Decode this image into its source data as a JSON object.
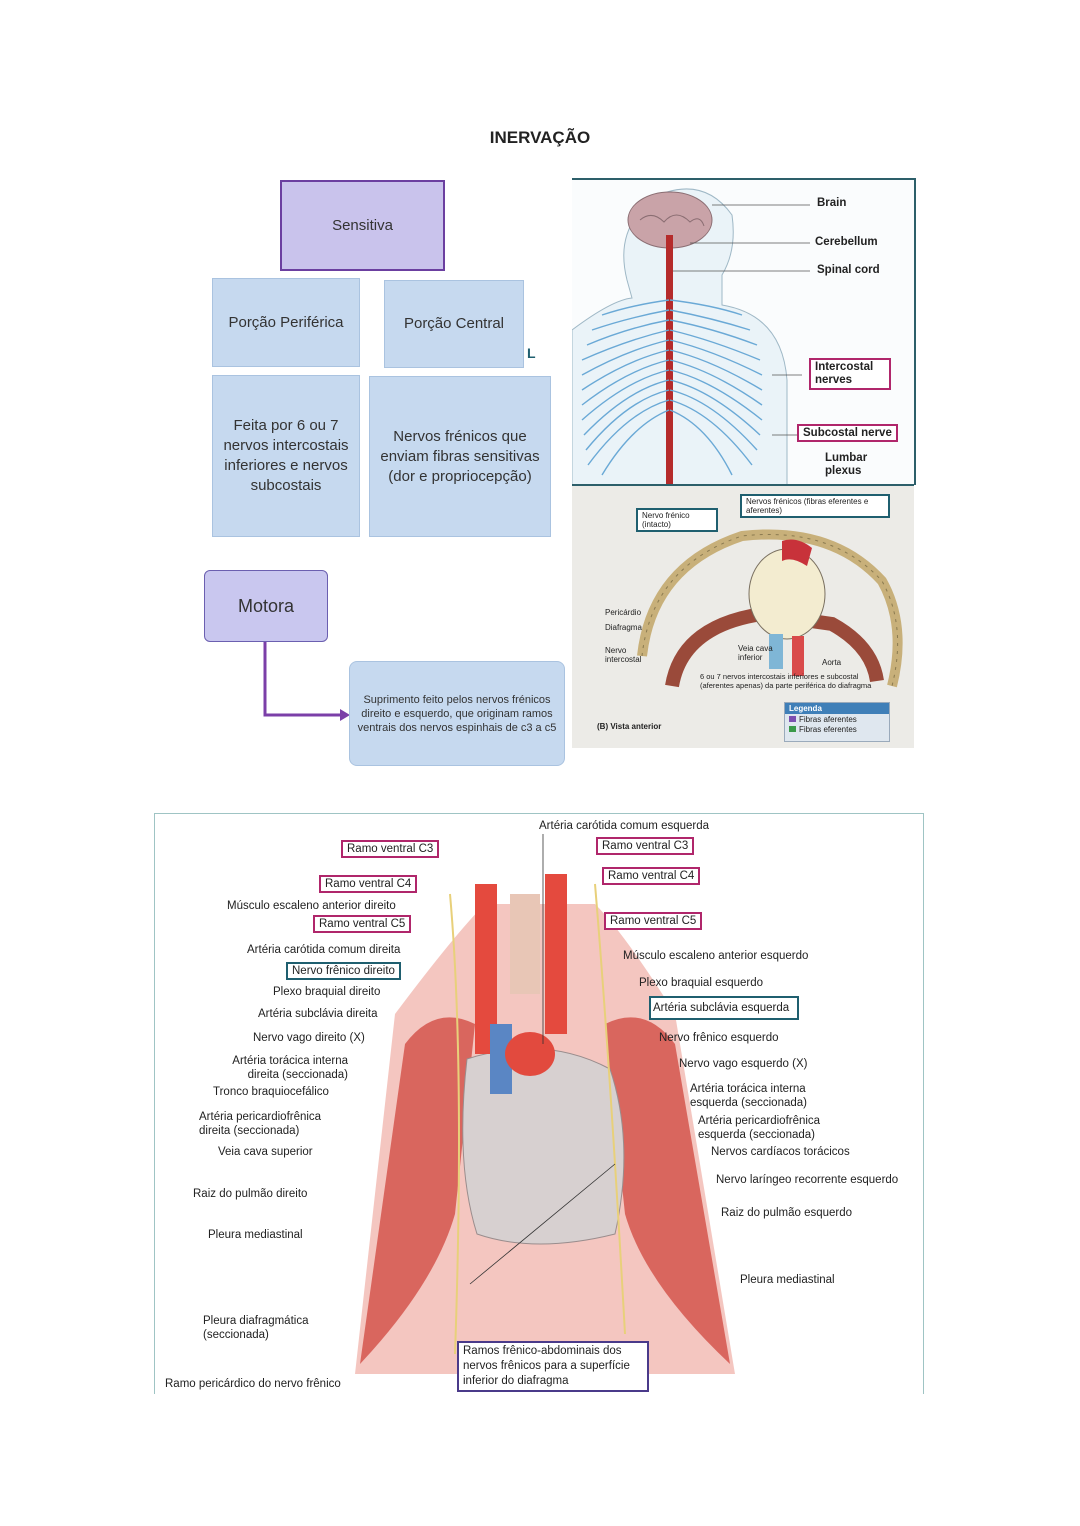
{
  "title": "INERVAÇÃO",
  "flow": {
    "sensitiva": "Sensitiva",
    "porcao_periferica": "Porção Periférica",
    "porcao_central": "Porção Central",
    "stray_mark": "L",
    "periferica_desc": "Feita por 6 ou 7 nervos intercostais inferiores e nervos subcostais",
    "central_desc": "Nervos frénicos que enviam fibras sensitivas (dor e propriocepção)",
    "motora": "Motora",
    "suprimento": "Suprimento feito pelos nervos frénicos direito e esquerdo, que originam ramos ventrais dos nervos espinhais de c3 a c5"
  },
  "nervous_system_figure": {
    "labels": [
      "Brain",
      "Cerebellum",
      "Spinal cord",
      "Intercostal nerves",
      "Subcostal nerve",
      "Lumbar plexus"
    ]
  },
  "diaphragm_figure": {
    "labels": {
      "nervo_frenico": "Nervo frénico (intacto)",
      "nervos_frenicos": "Nervos frénicos (fibras eferentes e aferentes)",
      "pericardio": "Pericárdio",
      "diafragma": "Diafragma",
      "nervo_intercostal": "Nervo intercostal",
      "veia_cava": "Veia cava inferior",
      "aorta": "Aorta",
      "intercostais_note": "6 ou 7 nervos intercostais inferiores e subcostal (aferentes apenas) da parte periférica do diafragma",
      "vista": "(B) Vista anterior"
    },
    "legend": {
      "title": "Legenda",
      "items": [
        {
          "label": "Fibras aferentes",
          "color": "#7b4fb0"
        },
        {
          "label": "Fibras eferentes",
          "color": "#3a9a4a"
        }
      ]
    }
  },
  "thorax_figure": {
    "top_label": "Artéria carótida comum esquerda",
    "left_labels": [
      "Ramo ventral C3",
      "Ramo ventral C4",
      "Músculo escaleno anterior direito",
      "Ramo ventral C5",
      "Artéria carótida comum direita",
      "Nervo frênico direito",
      "Plexo braquial direito",
      "Artéria subclávia direita",
      "Nervo vago direito (X)",
      "Artéria torácica interna direita (seccionada)",
      "Tronco braquiocefálico",
      "Artéria pericardiofrênica direita (seccionada)",
      "Veia cava superior",
      "Raiz do pulmão direito",
      "Pleura mediastinal",
      "Pleura diafragmática (seccionada)",
      "Ramo pericárdico do nervo frênico"
    ],
    "right_labels": [
      "Ramo ventral C3",
      "Ramo ventral C4",
      "Ramo ventral C5",
      "Músculo escaleno anterior esquerdo",
      "Plexo braquial esquerdo",
      "Artéria subclávia esquerda",
      "Nervo frênico esquerdo",
      "Nervo vago esquerdo (X)",
      "Artéria torácica interna esquerda (seccionada)",
      "Artéria pericardiofrênica esquerda (seccionada)",
      "Nervos cardíacos torácicos",
      "Nervo laríngeo recorrente esquerdo",
      "Raiz do pulmão esquerdo",
      "Pleura mediastinal"
    ],
    "bottom_label": "Ramos frênico-abdominais dos nervos frênicos para a superfície inferior do diafragma"
  }
}
